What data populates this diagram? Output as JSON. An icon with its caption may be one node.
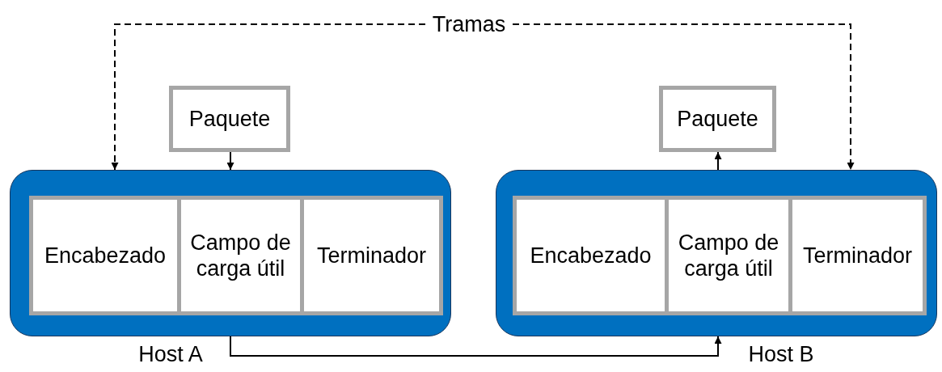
{
  "diagram": {
    "nodes": [
      {
        "text": [
          "Tramas"
        ]
      },
      {
        "text": [
          "Paquete"
        ]
      },
      {
        "text": [
          "Paquete"
        ]
      },
      {
        "text": [
          "Host A"
        ]
      },
      {
        "text": [
          "Encabezado"
        ],
        "in": 3
      },
      {
        "text": [
          "Campo de carga útil"
        ],
        "in": 3
      },
      {
        "text": [
          "Terminador"
        ],
        "in": 3
      },
      {
        "text": [
          "Host B"
        ]
      },
      {
        "text": [
          "Encabezado"
        ],
        "in": 7
      },
      {
        "text": [
          "Campo de carga útil"
        ],
        "in": 7
      },
      {
        "text": [
          "Terminador"
        ],
        "in": 7
      }
    ],
    "edges": [
      {
        "from": 0,
        "to": 3,
        "arrow": "to",
        "style": "dashed"
      },
      {
        "from": 0,
        "to": 7,
        "arrow": "to",
        "style": "dashed"
      },
      {
        "from": 1,
        "to": 3,
        "arrow": "to"
      },
      {
        "from": 7,
        "to": 2,
        "arrow": "to"
      },
      {
        "from": 3,
        "to": 7,
        "arrow": "to"
      }
    ]
  }
}
